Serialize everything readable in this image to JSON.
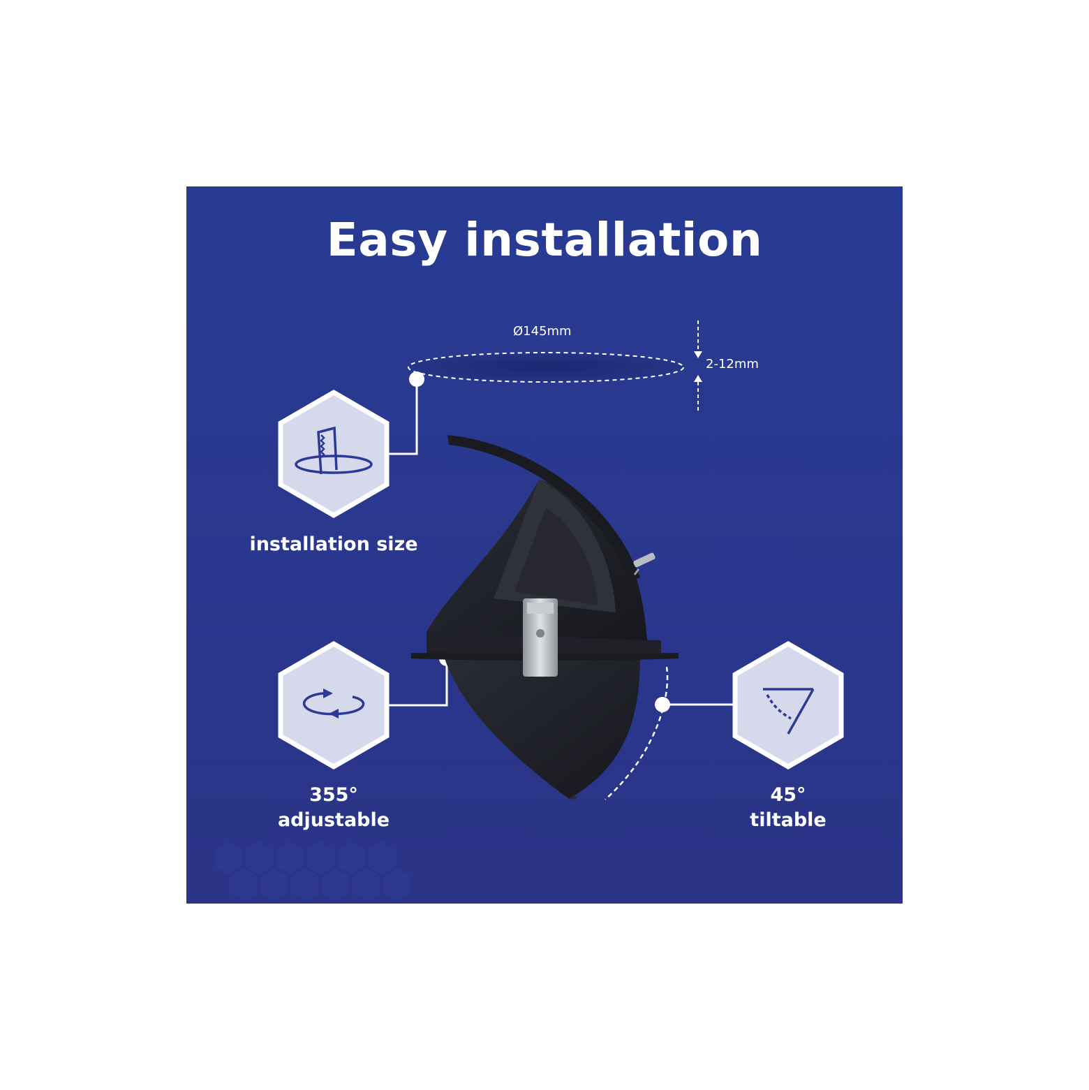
{
  "title": "Easy installation",
  "dimensions": {
    "diameter": "Ø145mm",
    "thickness": "2-12mm"
  },
  "features": [
    {
      "icon": "saw-hole-icon",
      "label": "installation size"
    },
    {
      "icon": "rotate-icon",
      "label_line1": "355°",
      "label_line2": "adjustable"
    },
    {
      "icon": "tilt-angle-icon",
      "label_line1": "45°",
      "label_line2": "tiltable"
    }
  ],
  "colors": {
    "panel_background": "#2a378e",
    "hexagon_fill": "#d6d8ec",
    "icon_stroke": "#2b3a94",
    "text": "#ffffff",
    "product": "#1c1d24"
  }
}
